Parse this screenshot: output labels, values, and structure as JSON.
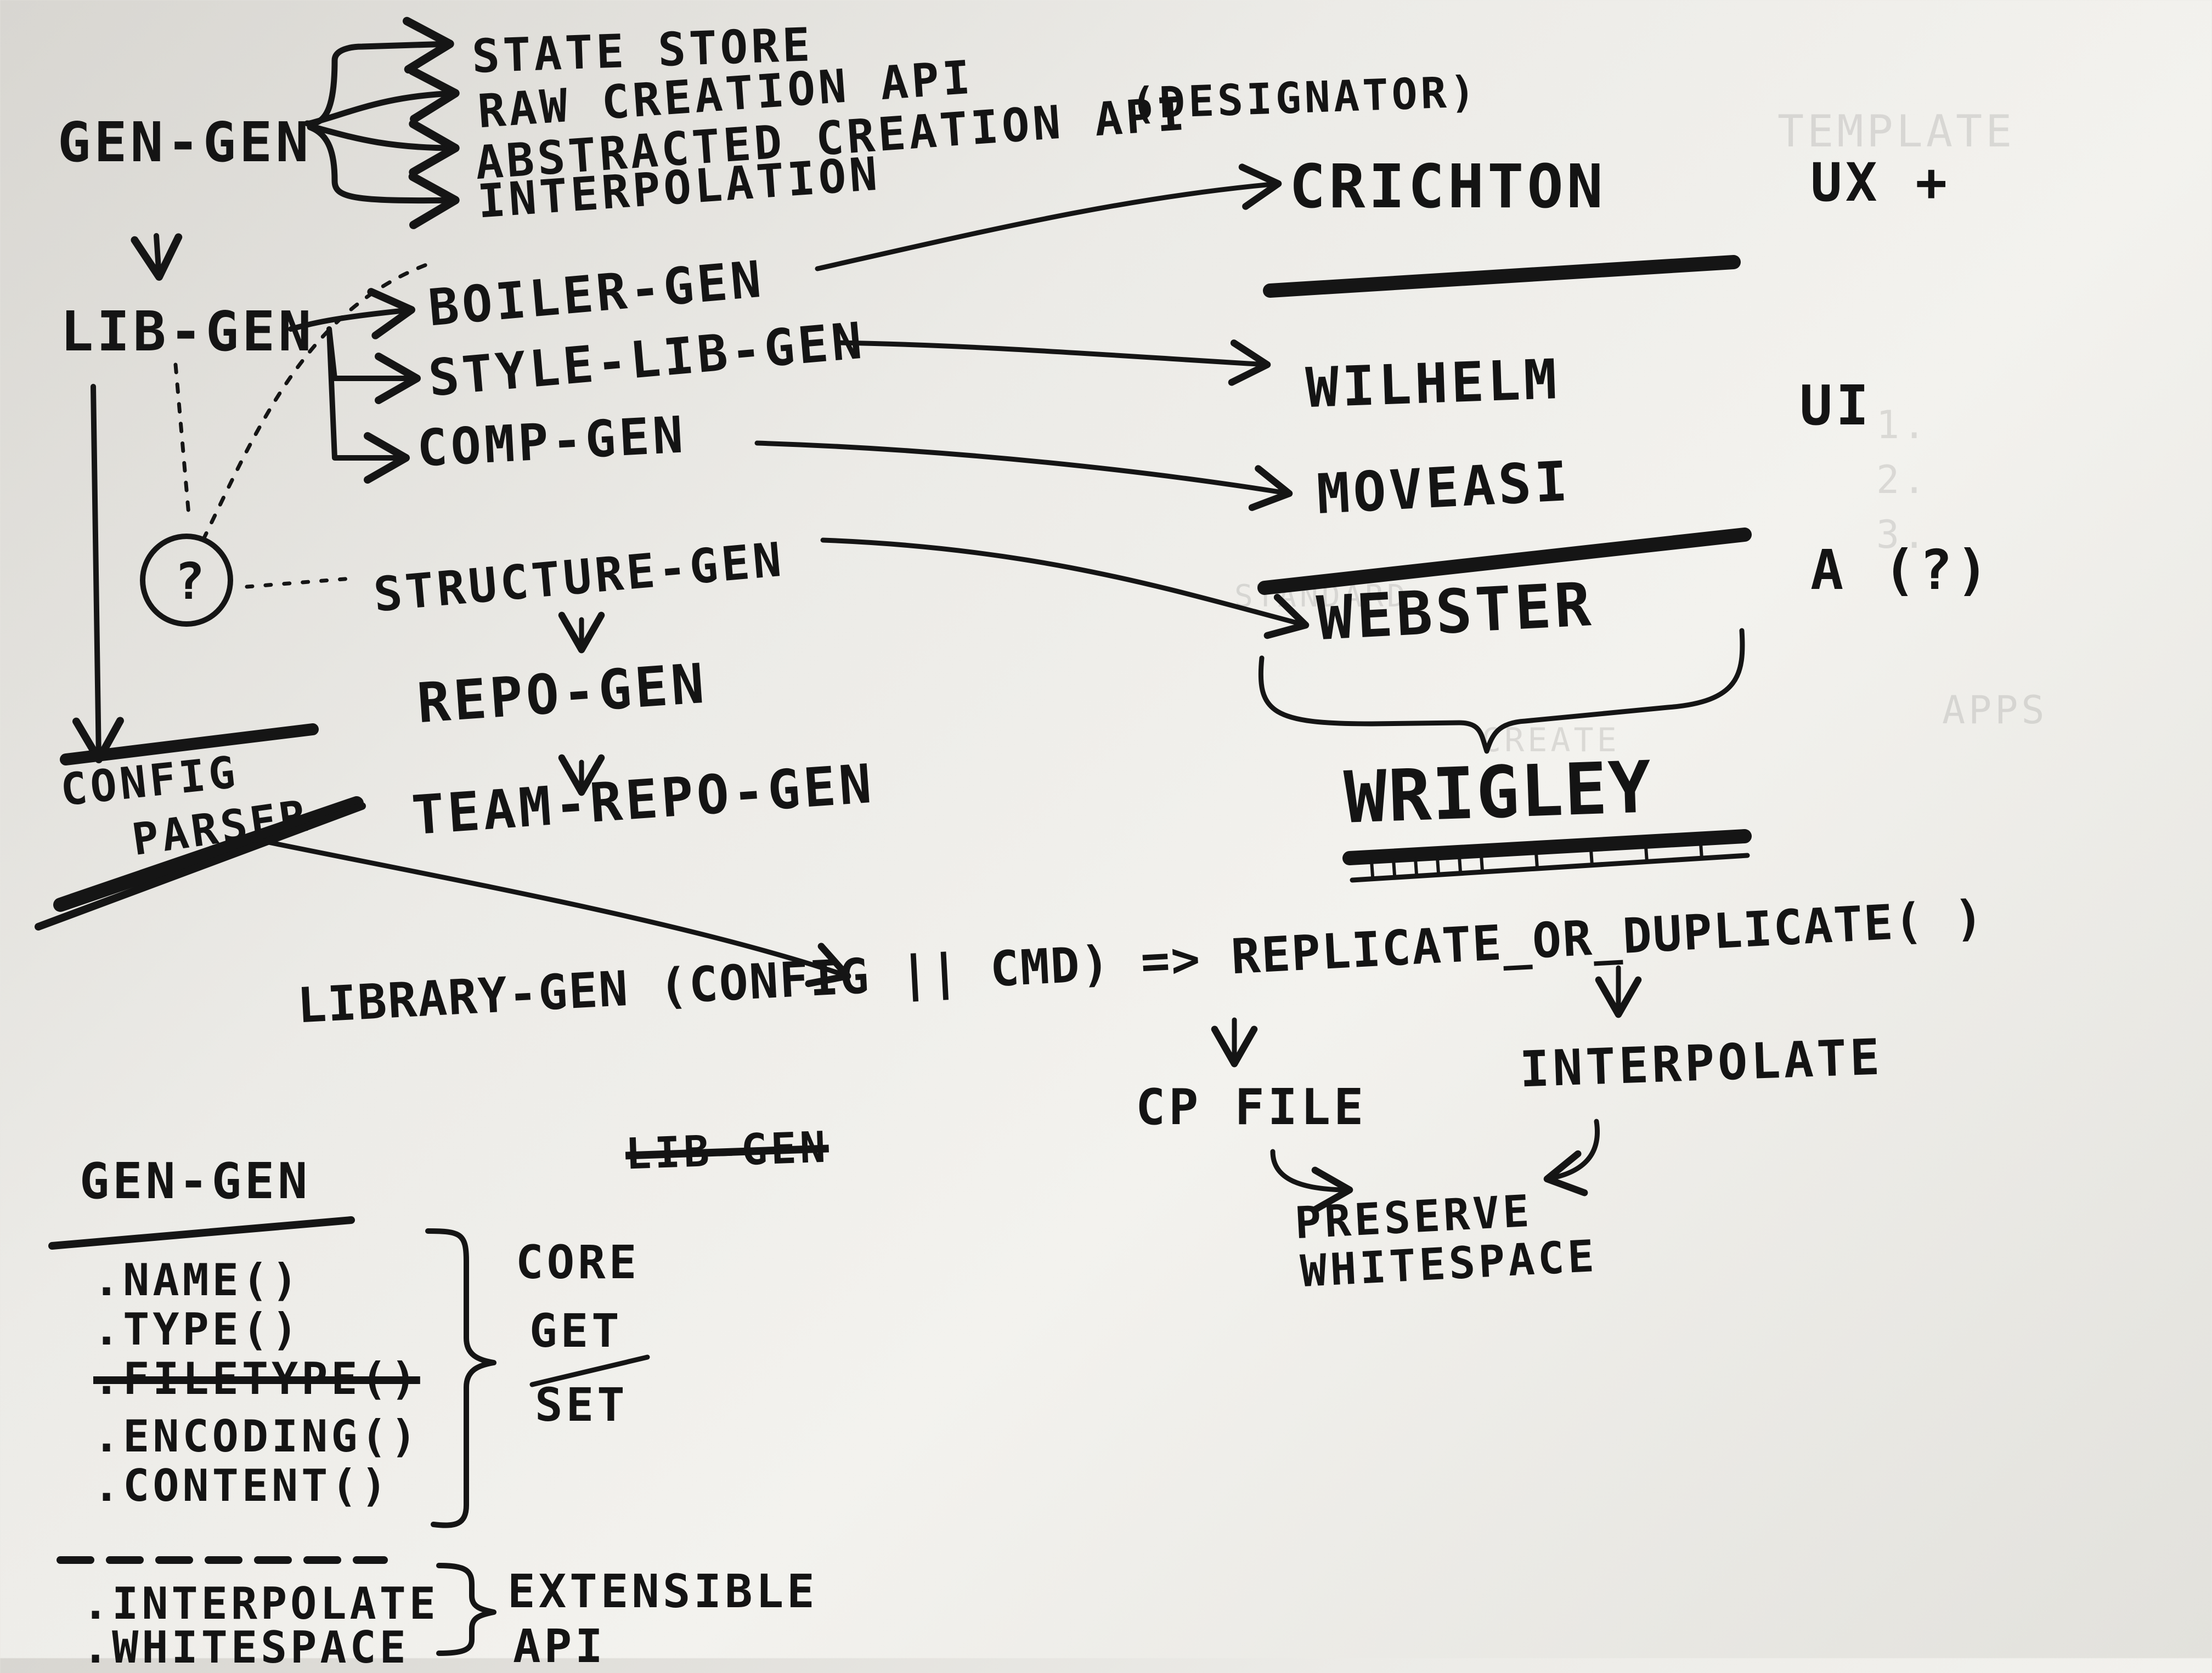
{
  "ink_color": "#151515",
  "paper_color": "#f1f0ec",
  "gen_gen": {
    "title": "GEN-GEN",
    "branches": [
      "STATE STORE",
      "RAW CREATION API",
      "ABSTRACTED CREATION API",
      "(DESIGNATOR)",
      "INTERPOLATION"
    ]
  },
  "lib_gen": {
    "title": "LIB-GEN",
    "unknown": "?",
    "children": [
      "BOILER-GEN",
      "STYLE-LIB-GEN",
      "COMP-GEN",
      "STRUCTURE-GEN"
    ],
    "repo": [
      "REPO-GEN",
      "TEAM-REPO-GEN"
    ]
  },
  "config_parser": [
    "CONFIG",
    "PARSER"
  ],
  "targets": {
    "names": [
      "CRICHTON",
      "WILHELM",
      "MOVEASI",
      "WEBSTER",
      "WRIGLEY"
    ],
    "roles": [
      "UX +",
      "UI",
      "A (?)"
    ]
  },
  "library_flow": {
    "call": "LIBRARY-GEN (CONFIG || CMD) => REPLICATE_OR_DUPLICATE(    )",
    "branch_left": "CP FILE",
    "branch_right": "INTERPOLATE",
    "result": [
      "PRESERVE",
      "WHITESPACE"
    ],
    "struck": "LIB-GEN"
  },
  "gen_gen_api": {
    "title": "GEN-GEN",
    "methods": [
      ".NAME()",
      ".TYPE()",
      ".FILETYPE()",
      ".ENCODING()",
      ".CONTENT()"
    ],
    "core_labels": [
      "CORE",
      "GET",
      "SET"
    ],
    "extensible_methods": [
      ".INTERPOLATE",
      ".WHITESPACE"
    ],
    "extensible_label": [
      "EXTENSIBLE",
      "API"
    ]
  }
}
